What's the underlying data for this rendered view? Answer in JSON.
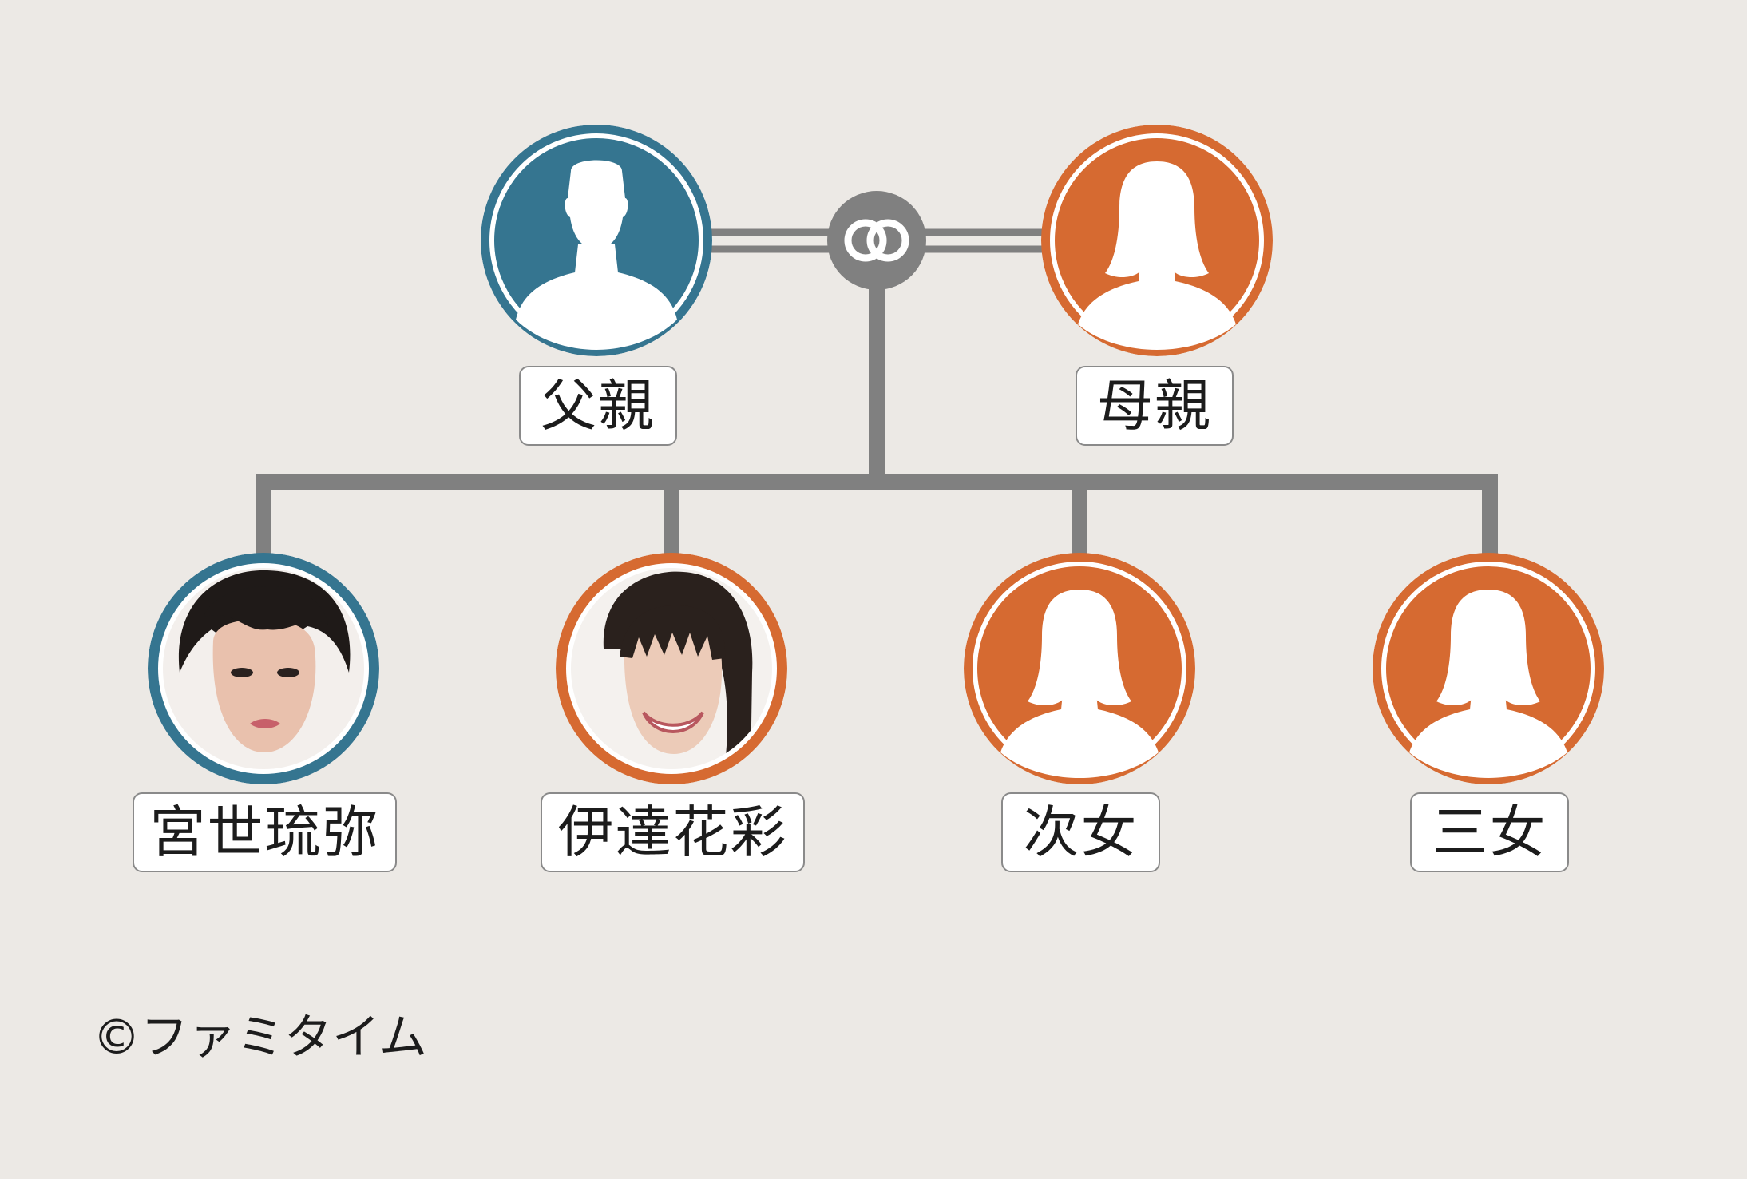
{
  "colors": {
    "background": "#ece9e5",
    "connector": "#808080",
    "male": "#357590",
    "female": "#d66a31",
    "silhouette": "#ffffff"
  },
  "parents": {
    "father": {
      "label": "父親",
      "gender": "male",
      "icon": "male-silhouette-icon"
    },
    "mother": {
      "label": "母親",
      "gender": "female",
      "icon": "female-silhouette-icon"
    },
    "marriage_icon": "marriage-rings-icon"
  },
  "children": [
    {
      "label": "宮世琉弥",
      "gender": "male",
      "icon": "portrait-photo"
    },
    {
      "label": "伊達花彩",
      "gender": "female",
      "icon": "portrait-photo"
    },
    {
      "label": "次女",
      "gender": "female",
      "icon": "female-silhouette-icon"
    },
    {
      "label": "三女",
      "gender": "female",
      "icon": "female-silhouette-icon"
    }
  ],
  "credit": "©ファミタイム"
}
